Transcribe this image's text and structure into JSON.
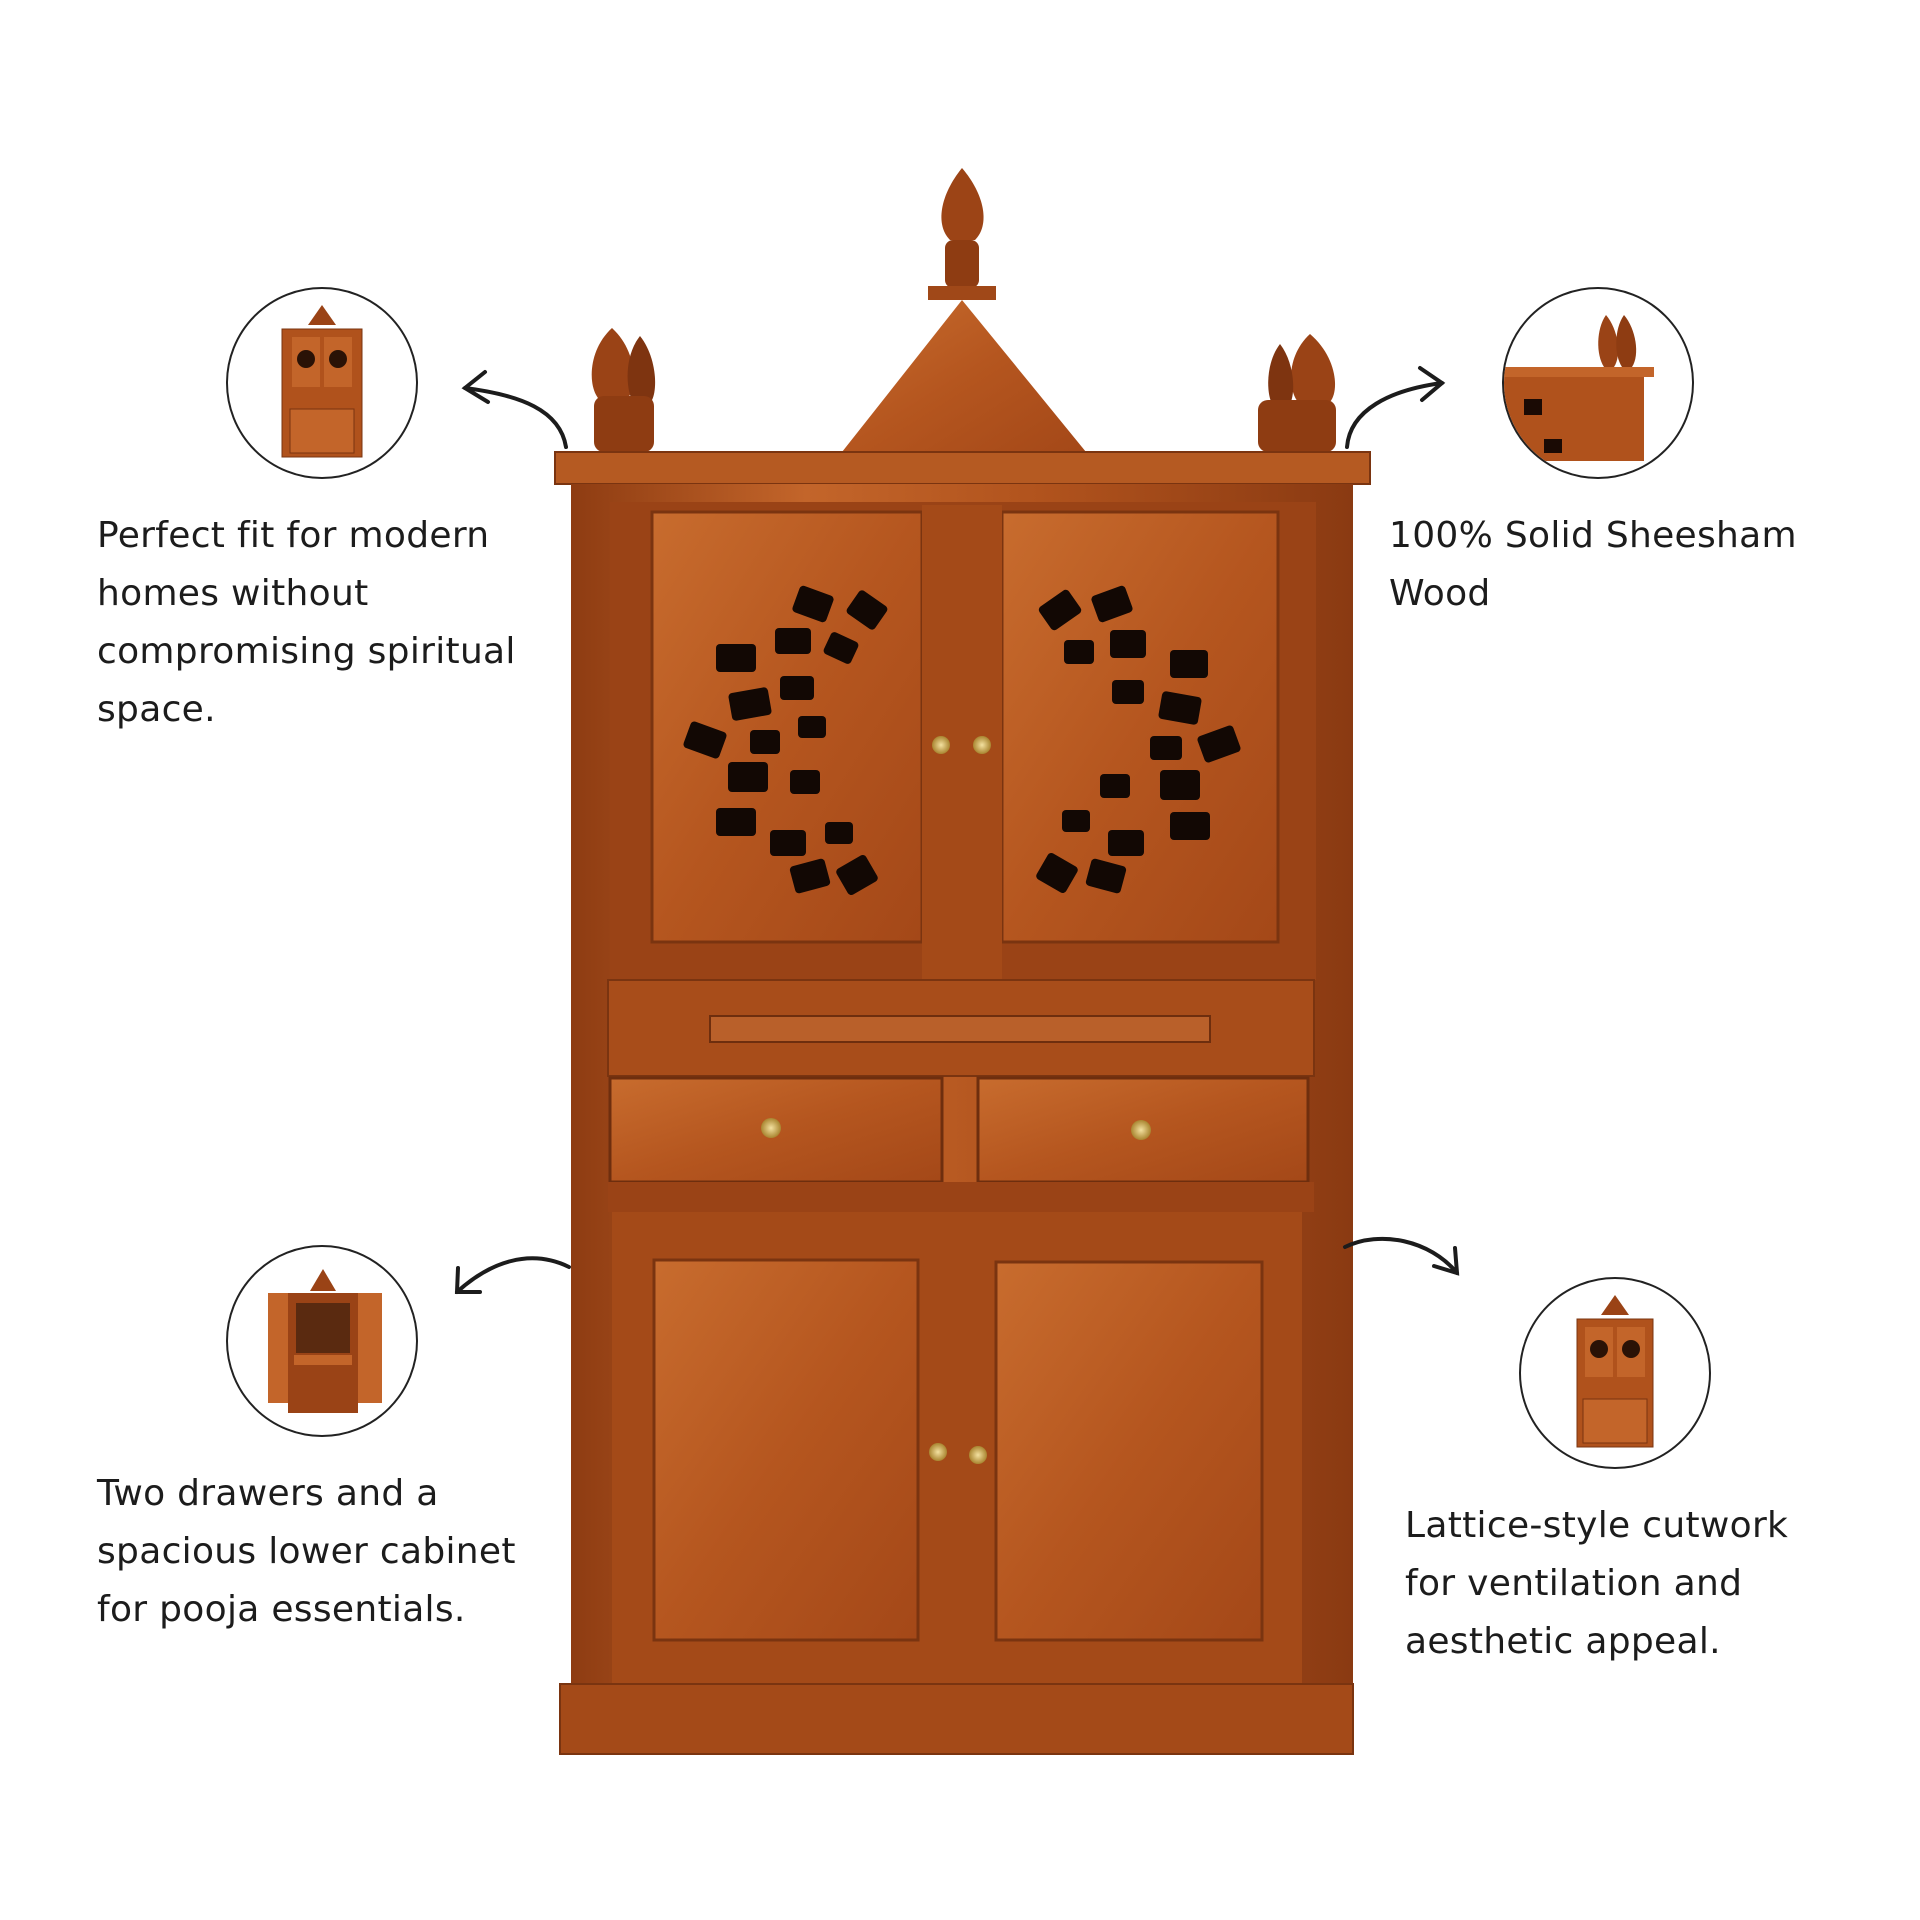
{
  "features": [
    {
      "id": "top-left",
      "lines": [
        "Perfect fit for modern",
        "homes without",
        "compromising spiritual",
        "space."
      ],
      "thumbnail_icon": "cabinet-front-thumbnail"
    },
    {
      "id": "top-right",
      "lines": [
        "100% Solid Sheesham",
        "Wood"
      ],
      "thumbnail_icon": "cabinet-corner-closeup-thumbnail"
    },
    {
      "id": "bottom-left",
      "lines": [
        "Two drawers and a",
        "spacious lower cabinet",
        "for pooja essentials."
      ],
      "thumbnail_icon": "cabinet-open-doors-thumbnail"
    },
    {
      "id": "bottom-right",
      "lines": [
        "Lattice-style cutwork",
        "for ventilation and",
        "aesthetic appeal."
      ],
      "thumbnail_icon": "cabinet-front-thumbnail"
    }
  ],
  "colors": {
    "wood": "#b0521c",
    "wood_dark": "#7a3410",
    "wood_light": "#c9692a",
    "brass": "#d4b25a",
    "text": "#1c1c1c"
  }
}
